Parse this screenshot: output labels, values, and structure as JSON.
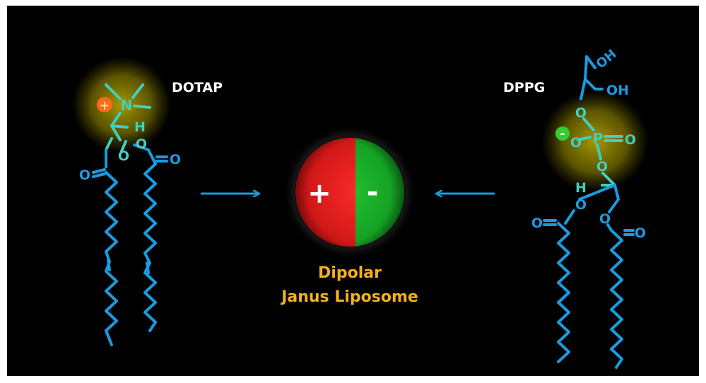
{
  "labels": {
    "left_lipid": "DOTAP",
    "right_lipid": "DPPG",
    "caption_line1": "Dipolar",
    "caption_line2": "Janus Liposome"
  },
  "liposome": {
    "positive_sign": "+",
    "negative_sign": "-"
  },
  "dotap": {
    "charge": "+",
    "atom_n": "N",
    "atom_h": "H",
    "atom_o1": "O",
    "atom_o2": "O",
    "atom_o3": "O",
    "atom_o4": "O"
  },
  "dppg": {
    "charge": "-",
    "atom_oh1": "OH",
    "atom_oh2": "OH",
    "atom_o_top": "O",
    "atom_o_left": "O",
    "atom_p": "P",
    "atom_o_double": "O",
    "atom_o_bottom": "O",
    "atom_h": "H",
    "atom_o_ester1": "O",
    "atom_o_ester2": "O",
    "atom_o_carbonyl1": "O",
    "atom_o_carbonyl2": "O"
  },
  "colors": {
    "background": "#000000",
    "bond": "#1a9be0",
    "headgroup_bond": "#3fd0c0",
    "glow": "#b3a400",
    "positive_red": "#e02020",
    "negative_green": "#19b02a",
    "caption": "#f2b21a",
    "positive_badge": "#ff6a1a",
    "negative_badge": "#33cc33"
  }
}
